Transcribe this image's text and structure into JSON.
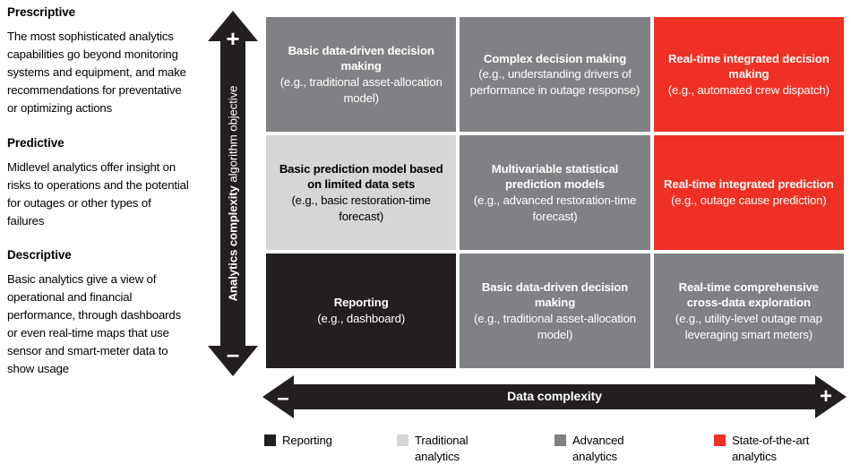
{
  "left_column": {
    "sections": [
      {
        "heading": "Prescriptive",
        "body": "The most sophisticated analytics capabilities go beyond monitoring systems and equipment, and make recommendations for preventative or optimizing actions"
      },
      {
        "heading": "Predictive",
        "body": "Midlevel analytics offer insight on risks to operations and the potential for outages or other types of failures"
      },
      {
        "heading": "Descriptive",
        "body": "Basic analytics give a view of operational and financial performance, through dashboards or even real-time maps that use sensor and smart-meter data to show usage"
      }
    ]
  },
  "y_axis": {
    "label_strong": "Analytics complexity",
    "label_light": " algorithm objective",
    "plus": "+",
    "minus": "–"
  },
  "x_axis": {
    "label": "Data complexity",
    "plus": "+",
    "minus": "–"
  },
  "matrix": {
    "cells": [
      {
        "row": "prescriptive",
        "col": "low",
        "category": "advanced",
        "title": "Basic data-driven decision making",
        "example": "(e.g., traditional asset-allocation model)"
      },
      {
        "row": "prescriptive",
        "col": "medium",
        "category": "advanced",
        "title": "Complex decision making",
        "example": "(e.g., understanding drivers of performance in outage response)"
      },
      {
        "row": "prescriptive",
        "col": "high",
        "category": "state-of-the-art",
        "title": "Real-time integrated decision making",
        "example": "(e.g., automated crew dispatch)"
      },
      {
        "row": "predictive",
        "col": "low",
        "category": "traditional",
        "title": "Basic prediction model based on limited data sets",
        "example": "(e.g., basic restoration-time forecast)"
      },
      {
        "row": "predictive",
        "col": "medium",
        "category": "advanced",
        "title": "Multivariable statistical prediction models",
        "example": "(e.g., advanced restoration-time forecast)"
      },
      {
        "row": "predictive",
        "col": "high",
        "category": "state-of-the-art",
        "title": "Real-time integrated prediction",
        "example": "(e.g., outage cause prediction)"
      },
      {
        "row": "descriptive",
        "col": "low",
        "category": "reporting",
        "title": "Reporting",
        "example": "(e.g., dashboard)"
      },
      {
        "row": "descriptive",
        "col": "medium",
        "category": "advanced",
        "title": "Basic data-driven decision making",
        "example": "(e.g., traditional asset-allocation model)"
      },
      {
        "row": "descriptive",
        "col": "high",
        "category": "advanced",
        "title": "Real-time comprehensive cross-data exploration",
        "example": "(e.g., utility-level outage map leveraging smart meters)"
      }
    ]
  },
  "legend": {
    "items": [
      {
        "label": "Reporting",
        "color": "#231f20"
      },
      {
        "label": "Traditional\nanalytics",
        "color": "#d5d6d8"
      },
      {
        "label": "Advanced\nanalytics",
        "color": "#808184"
      },
      {
        "label": "State-of-the-art\nanalytics",
        "color": "#ee3124"
      }
    ]
  },
  "colors": {
    "reporting": "#231f20",
    "traditional": "#d5d6d8",
    "advanced": "#808184",
    "state_of_the_art": "#ee3124",
    "background": "#ffffff"
  }
}
